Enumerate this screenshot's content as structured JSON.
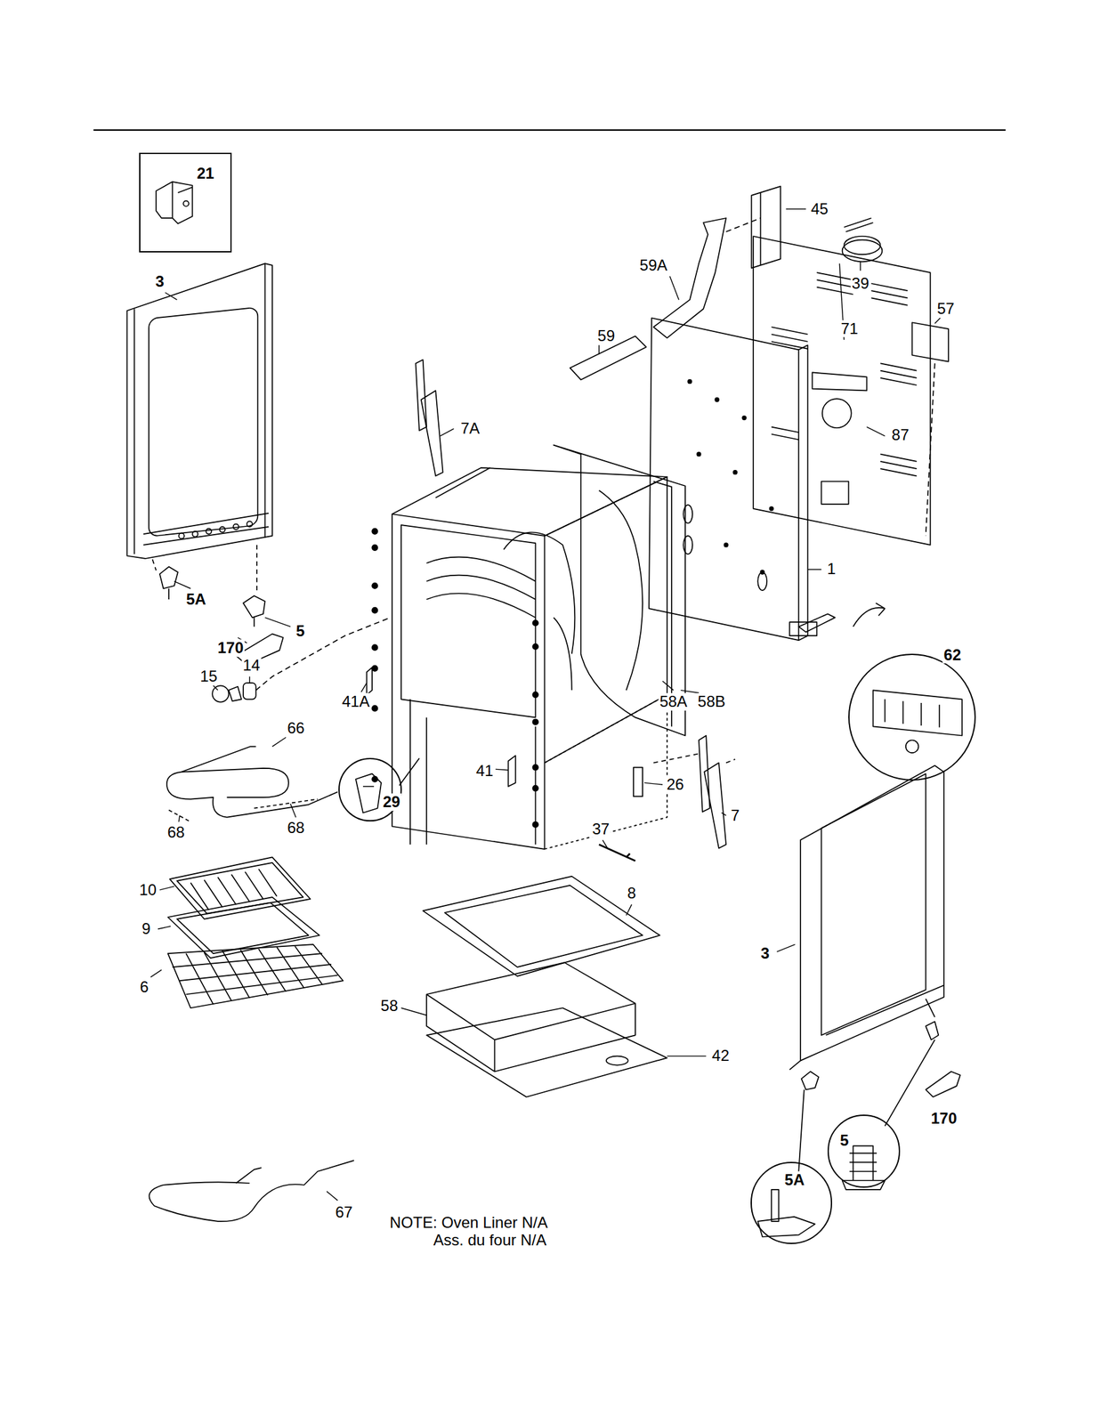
{
  "diagram": {
    "nodes": [
      {
        "text": [
          "21"
        ]
      },
      {
        "text": [
          "62"
        ]
      },
      {
        "text": [
          "29"
        ]
      },
      {
        "text": [
          "5"
        ]
      },
      {
        "text": [
          "5A"
        ]
      }
    ],
    "labels": [
      "45",
      "39",
      "59A",
      "57",
      "3",
      "71",
      "59",
      "7A",
      "87",
      "1",
      "5A",
      "5",
      "170",
      "14",
      "15",
      "41A",
      "58A",
      "58B",
      "66",
      "41",
      "26",
      "68",
      "68",
      "7",
      "37",
      "10",
      "8",
      "9",
      "6",
      "58",
      "3",
      "42",
      "170",
      "67",
      "NOTE: Oven Liner N/A",
      "Ass. du four N/A"
    ]
  }
}
